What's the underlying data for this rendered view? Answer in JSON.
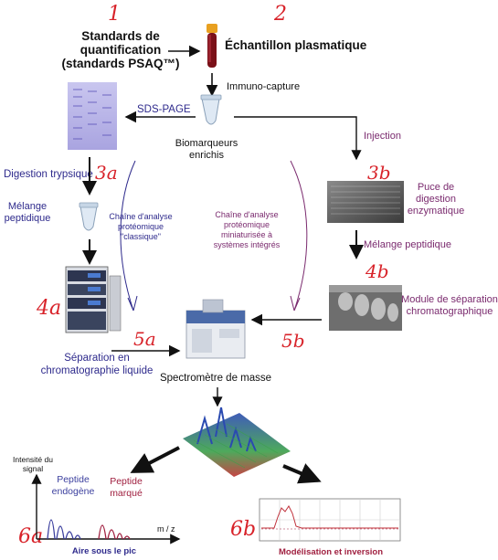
{
  "step_numbers": {
    "s1": "1",
    "s2": "2",
    "s3a": "3a",
    "s3b": "3b",
    "s4a": "4a",
    "s4b": "4b",
    "s5a": "5a",
    "s5b": "5b",
    "s6a": "6a",
    "s6b": "6b"
  },
  "labels": {
    "standards_line1": "Standards de",
    "standards_line2": "quantification",
    "standards_line3": "(standards PSAQ™)",
    "sample": "Échantillon plasmatique",
    "immuno": "Immuno-capture",
    "sds_page": "SDS-PAGE",
    "biomarkers_line1": "Biomarqueurs",
    "biomarkers_line2": "enrichis",
    "injection": "Injection",
    "digestion_tryp": "Digestion trypsique",
    "mix_pep_line1": "Mélange",
    "mix_pep_line2": "peptidique",
    "classic_line1": "Chaîne d'analyse",
    "classic_line2": "protéomique",
    "classic_line3": "\"classique\"",
    "mini_line1": "Chaîne d'analyse",
    "mini_line2": "protéomique",
    "mini_line3": "miniaturisée à",
    "mini_line4": "systèmes intégrés",
    "chip_line1": "Puce de",
    "chip_line2": "digestion",
    "chip_line3": "enzymatique",
    "mix_pep_b": "Mélange peptidique",
    "sep_module_line1": "Module de séparation",
    "sep_module_line2": "chromatographique",
    "sep_chrom_line1": "Séparation en",
    "sep_chrom_line2": "chromatographie liquide",
    "ms": "Spectromètre de masse",
    "intensity_line1": "Intensité du",
    "intensity_line2": "signal",
    "endo_line1": "Peptide",
    "endo_line2": "endogène",
    "marked_line1": "Peptide",
    "marked_line2": "marqué",
    "mz": "m / z",
    "area": "Aire sous le pic",
    "modeling": "Modélisation et inversion"
  },
  "colors": {
    "black": "#111111",
    "blue_text": "#2e2a8c",
    "purple_text": "#7a2a6e",
    "red_hand": "#d8232a",
    "peak_blue": "#3b3f9e",
    "peak_red": "#a02040"
  }
}
